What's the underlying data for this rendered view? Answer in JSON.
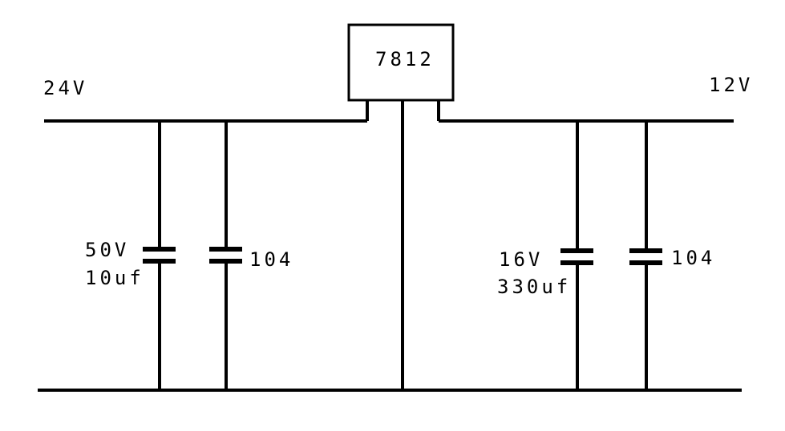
{
  "regulator": {
    "part": "7812"
  },
  "input": {
    "voltage": "24V"
  },
  "output": {
    "voltage": "12V"
  },
  "capacitors": {
    "input_electrolytic_voltage": "50V",
    "input_electrolytic_capacitance": "10uf",
    "input_ceramic_code": "104",
    "output_electrolytic_voltage": "16V",
    "output_electrolytic_capacitance": "330uf",
    "output_ceramic_code": "104"
  },
  "colors": {
    "line": "#000000",
    "background": "#ffffff"
  }
}
